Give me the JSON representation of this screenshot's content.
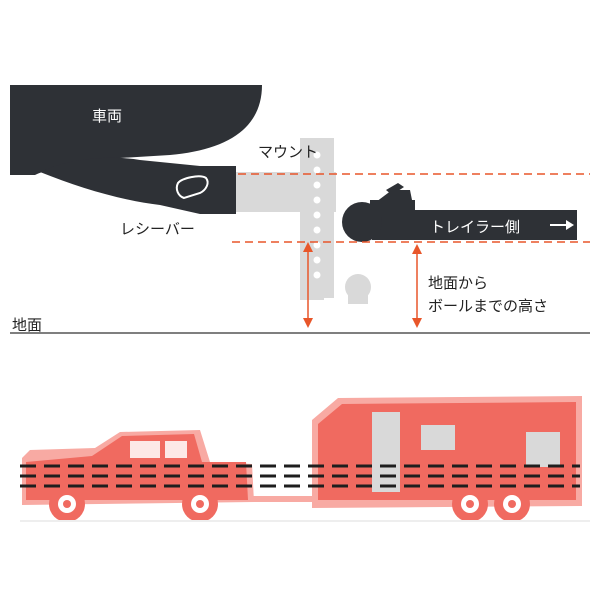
{
  "labels": {
    "vehicle": "車両",
    "mount": "マウント",
    "receiver_bar": "レシーバー",
    "trailer_side": "トレイラー側",
    "height_line1": "地面から",
    "height_line2": "ボールまでの高さ",
    "ground": "地面"
  },
  "colors": {
    "dark": "#2e3136",
    "mount_gray": "#d9d9d9",
    "accent_orange": "#e8562a",
    "vehicle_red": "#f06a60",
    "vehicle_red_light": "#f8aaa3",
    "white": "#ffffff"
  },
  "icons": {
    "trailer_arrow": "arrow-right-icon",
    "height_arrows": "double-arrow-vertical-icon"
  }
}
